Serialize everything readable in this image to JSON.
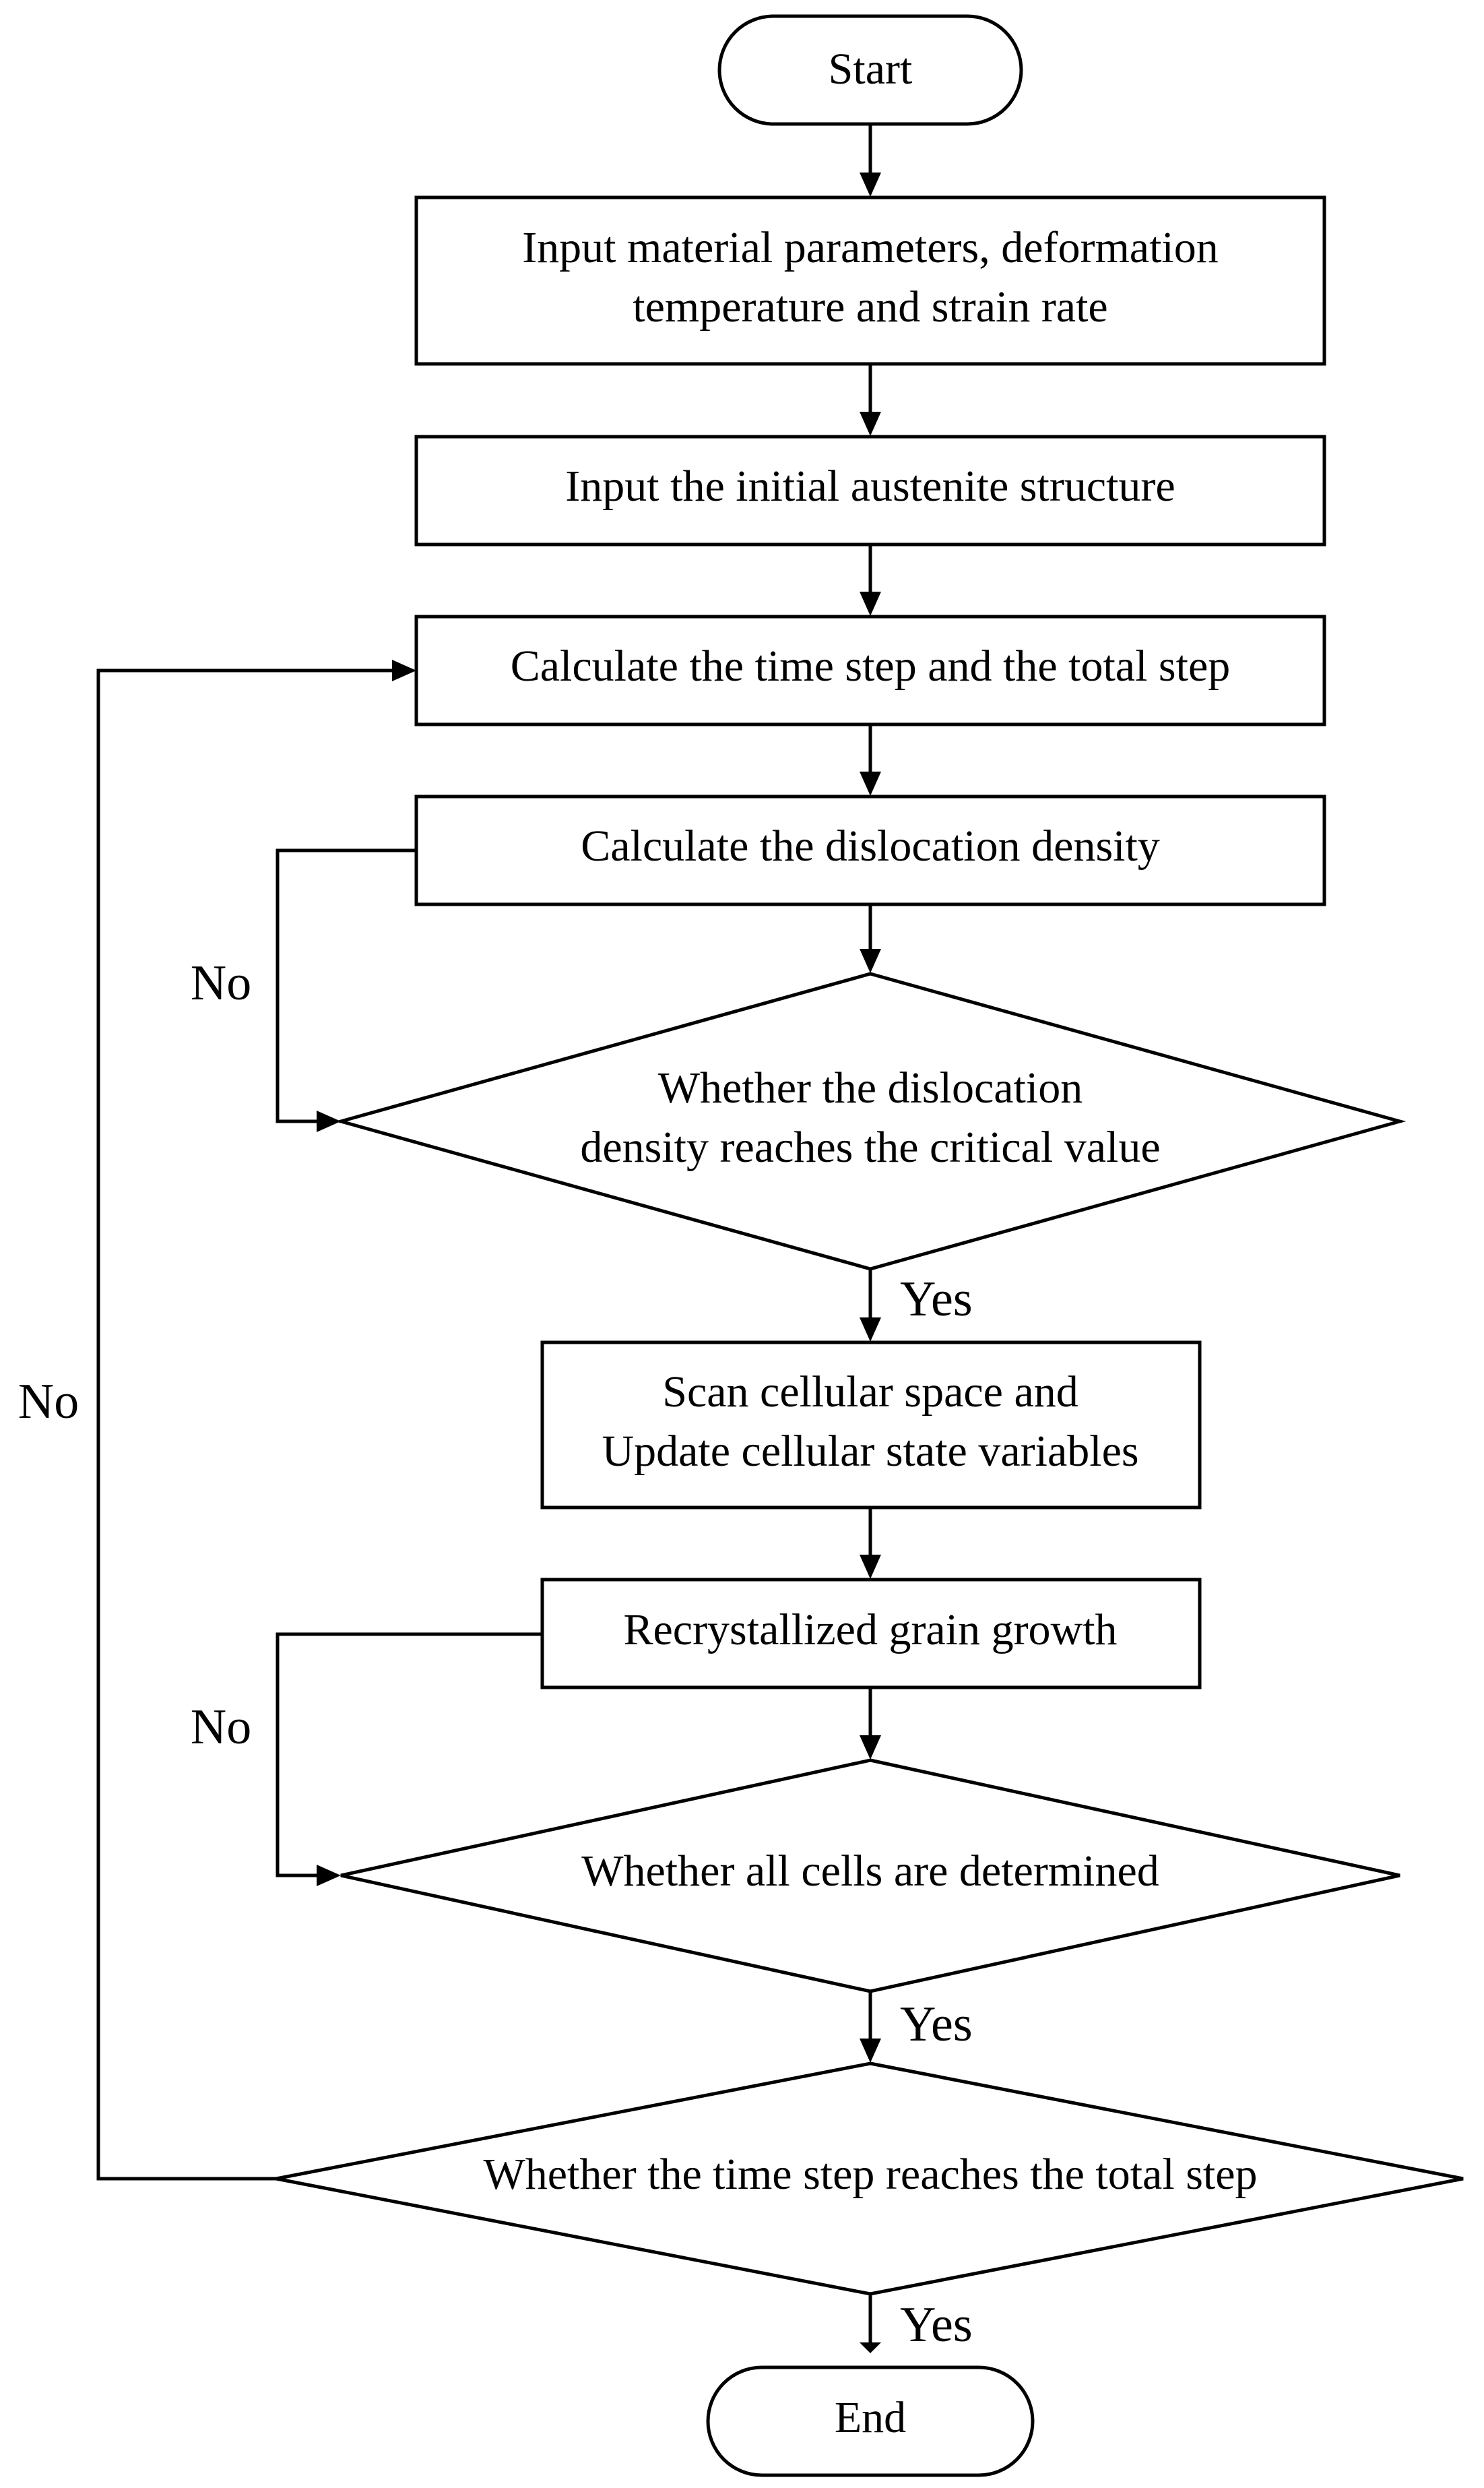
{
  "flowchart": {
    "start": "Start",
    "input_params": [
      "Input material parameters, deformation",
      "temperature and strain rate"
    ],
    "input_structure": "Input the initial austenite structure",
    "calc_time_step": "Calculate the time step and the total step",
    "calc_dislocation": "Calculate the dislocation density",
    "decision_critical": [
      "Whether the dislocation",
      "density reaches the critical value"
    ],
    "scan_update": [
      "Scan cellular space and",
      "Update cellular state variables"
    ],
    "grain_growth": "Recrystallized grain growth",
    "decision_cells": "Whether all cells are determined",
    "decision_total": "Whether the time step reaches the total step",
    "end": "End"
  },
  "edge_labels": {
    "yes_critical": "Yes",
    "no_critical": "No",
    "yes_cells": "Yes",
    "no_cells": "No",
    "yes_total": "Yes",
    "no_total": "No"
  }
}
